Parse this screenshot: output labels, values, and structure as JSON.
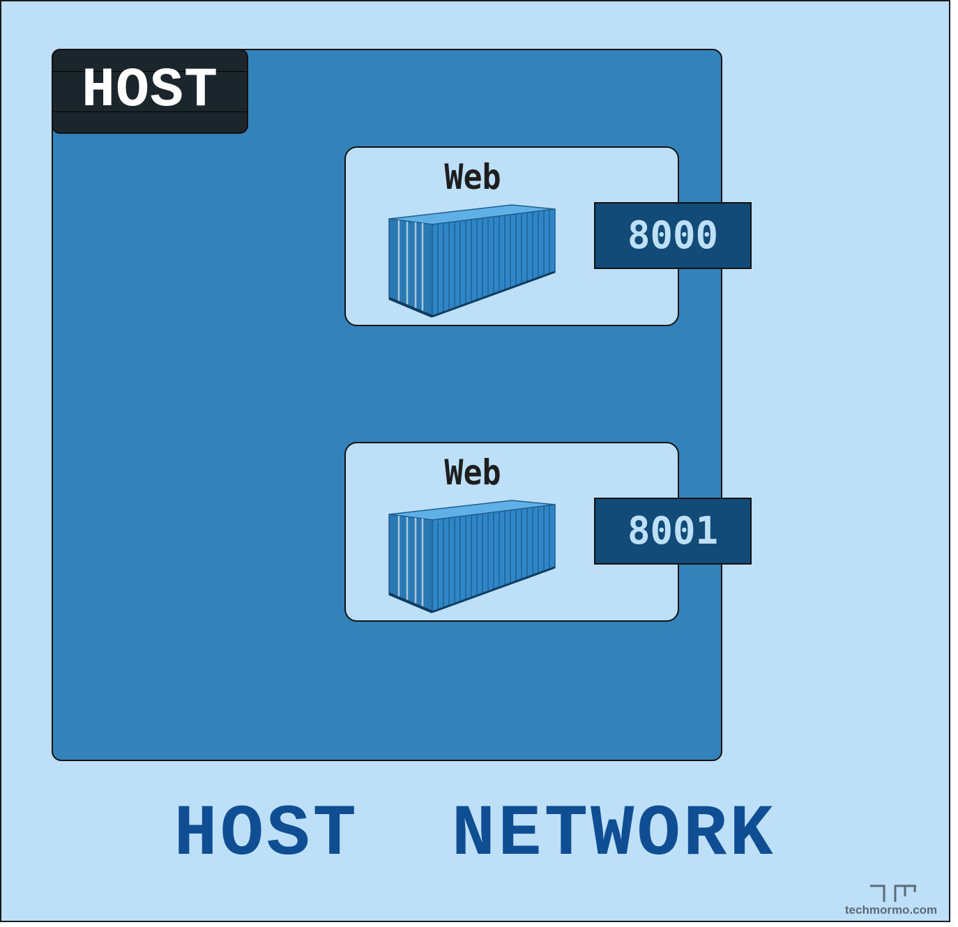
{
  "host": {
    "label": "HOST"
  },
  "containers": [
    {
      "title": "Web",
      "port": "8000"
    },
    {
      "title": "Web",
      "port": "8001"
    }
  ],
  "network": {
    "title": "HOST  NETWORK"
  },
  "branding": {
    "site": "techmormo.com",
    "logo_icon": "tm-logo-icon"
  },
  "colors": {
    "background": "#bde0f8",
    "host_box": "#3382ba",
    "host_tag": "#1b252c",
    "port_box": "#124a78",
    "network_title": "#0f4e92",
    "container_icon": "#2f86c6"
  }
}
